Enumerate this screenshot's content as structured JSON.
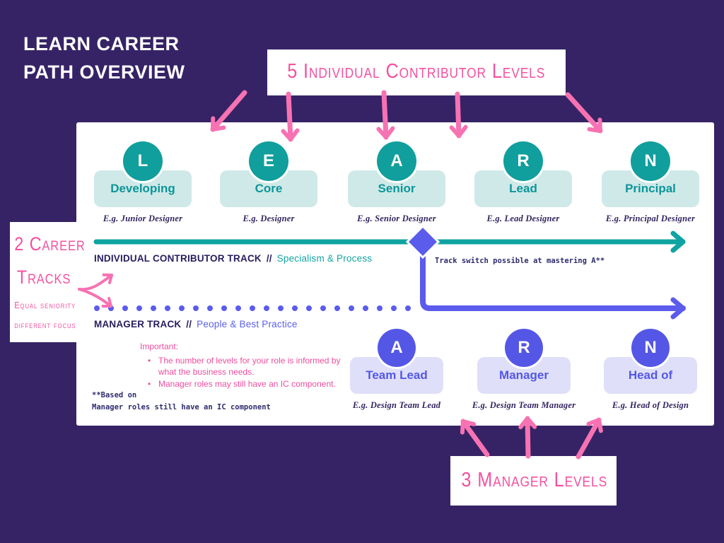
{
  "title": {
    "line1": "LEARN CAREER",
    "line2": "PATH OVERVIEW"
  },
  "callouts": {
    "ic_levels": "5 Individual Contributor Levels",
    "tracks_line1": "2 Career",
    "tracks_line2": "Tracks",
    "tracks_sub1": "Equal seniority",
    "tracks_sub2": "different focus",
    "manager_levels": "3 Manager Levels"
  },
  "ic_track": {
    "levels": [
      {
        "letter": "L",
        "label": "Developing",
        "example": "E.g. Junior Designer"
      },
      {
        "letter": "E",
        "label": "Core",
        "example": "E.g. Designer"
      },
      {
        "letter": "A",
        "label": "Senior",
        "example": "E.g. Senior Designer"
      },
      {
        "letter": "R",
        "label": "Lead",
        "example": "E.g. Lead Designer"
      },
      {
        "letter": "N",
        "label": "Principal",
        "example": "E.g. Principal Designer"
      }
    ],
    "track_title": "INDIVIDUAL CONTRIBUTOR TRACK",
    "track_sep": "//",
    "track_subtitle": "Specialism & Process",
    "switch_note": "Track switch possible at mastering A**"
  },
  "manager_track": {
    "levels": [
      {
        "letter": "A",
        "label": "Team Lead",
        "example": "E.g. Design Team Lead"
      },
      {
        "letter": "R",
        "label": "Manager",
        "example": "E.g. Design Team Manager"
      },
      {
        "letter": "N",
        "label": "Head of",
        "example": "E.g. Head of Design"
      }
    ],
    "track_title": "MANAGER TRACK",
    "track_sep": "//",
    "track_subtitle": "People & Best Practice",
    "important": {
      "heading": "Important:",
      "bullets": [
        "The number of levels for your role is informed by what the business needs.",
        "Manager roles may still have an IC component."
      ]
    },
    "footnote_line1": "**Based on",
    "footnote_line2": "Manager roles still have an IC component"
  },
  "colors": {
    "background": "#362366",
    "panel": "#FFFFFF",
    "pink": "#F772B2",
    "pink_text": "#F4519F",
    "teal": "#0FA3A2",
    "teal_light": "#CEE9E8",
    "blue": "#5B5BEC",
    "blue_light": "#DFDFF9",
    "navy_text": "#281D5E"
  }
}
